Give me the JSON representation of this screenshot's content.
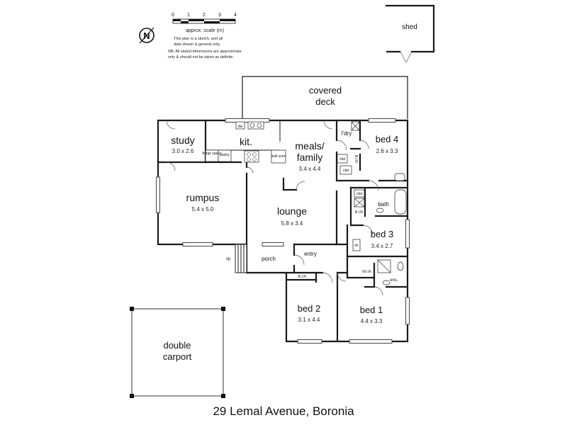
{
  "legend": {
    "scale_numbers": [
      "0",
      "1",
      "2",
      "3",
      "4"
    ],
    "scale_label": "approx. scale (m)",
    "compass_letter": "N",
    "note_lines": [
      "This plan is a sketch, and all",
      "data shown is general only.",
      "NB: All stated dimensions are approximate",
      "only & should not be taken as definite."
    ]
  },
  "outbuildings": {
    "shed": "shed",
    "covered_deck_line1": "covered",
    "covered_deck_line2": "deck",
    "carport_line1": "double",
    "carport_line2": "carport"
  },
  "rooms": {
    "study": {
      "name": "study",
      "dims": "3.0 x 2.6"
    },
    "kitchen": {
      "name": "kit."
    },
    "meals_family": {
      "name_line1": "meals/",
      "name_line2": "family",
      "dims": "3.4 x 4.4"
    },
    "laundry": {
      "name": "l'dry"
    },
    "bed4": {
      "name": "bed 4",
      "dims": "2.6 x 3.3"
    },
    "rumpus": {
      "name": "rumpus",
      "dims": "5.4 x 5.0"
    },
    "lounge": {
      "name": "lounge",
      "dims": "5.8 x 3.4"
    },
    "bath": {
      "name": "bath"
    },
    "bed3": {
      "name": "bed 3",
      "dims": "3.4 x 2.7"
    },
    "entry": {
      "name": "entry"
    },
    "porch": {
      "name": "porch"
    },
    "bed2": {
      "name": "bed 2",
      "dims": "3.1 x 4.4"
    },
    "bed1": {
      "name": "bed 1",
      "dims": "4.4 x 3.3"
    },
    "ensuite": {
      "name": "ens."
    }
  },
  "fixtures": {
    "pantry": "pantry",
    "fridge_space": "fridge space",
    "wall_oven": "wall oven",
    "dishwasher": "dw",
    "cupboard": "cbd",
    "wardrobe": "B.I.R.",
    "walk_in_robe": "W.I.R.",
    "linen": "lin",
    "vp": "vp"
  },
  "address": "29 Lemal Avenue, Boronia"
}
